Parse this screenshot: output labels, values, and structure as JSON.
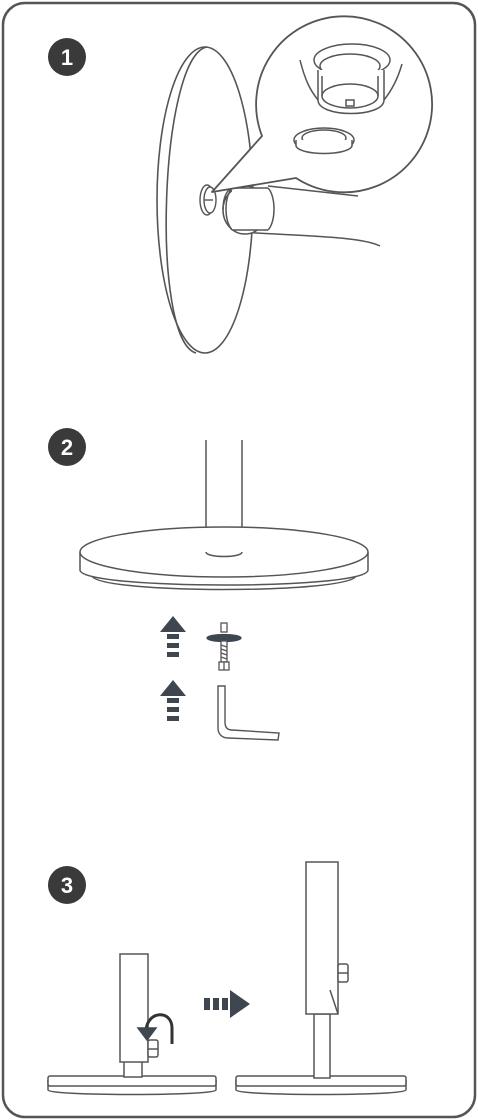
{
  "frame": {
    "border_color": "#555555",
    "background": "#ffffff"
  },
  "colors": {
    "line": "#555555",
    "badge": "#3a3a3a",
    "arrow": "#3e4650",
    "light_fill": "#f4f4f4"
  },
  "steps": [
    {
      "number": "1",
      "icon": "magnifier-callout"
    },
    {
      "number": "2",
      "icon": "base-with-screw-and-allen-key"
    },
    {
      "number": "3",
      "icon": "height-adjust"
    }
  ]
}
